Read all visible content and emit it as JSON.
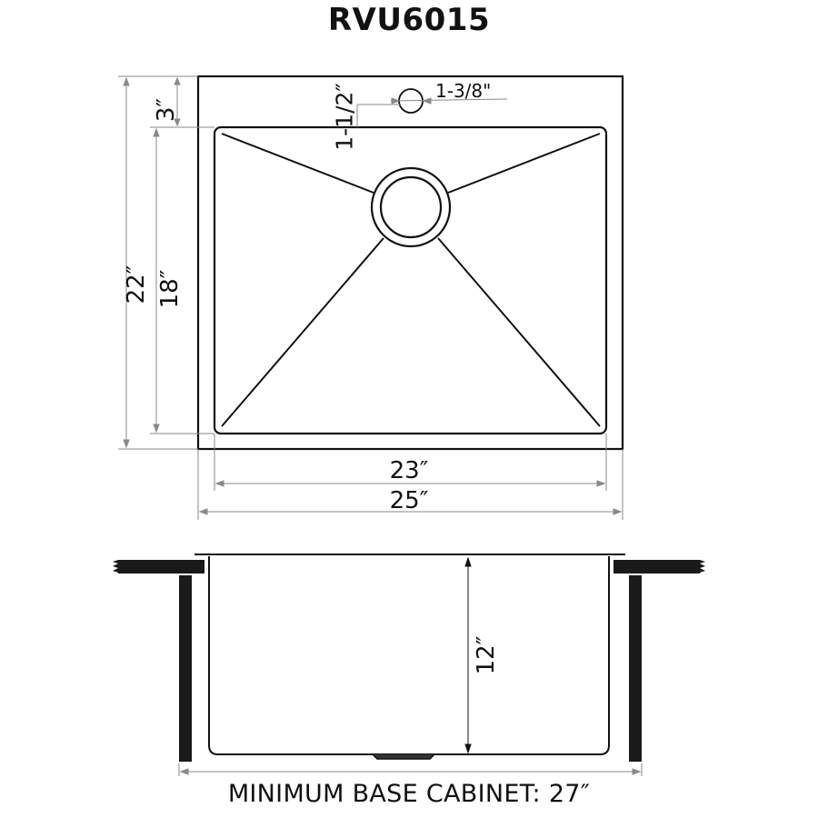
{
  "title": "RVU6015",
  "top_view": {
    "dimensions": {
      "deck_depth": "3″",
      "faucet_offset": "1-1/2″",
      "faucet_hole": "1-3/8\"",
      "outer_depth": "22″",
      "bowl_depth": "18″",
      "bowl_width": "23″",
      "outer_width": "25″"
    }
  },
  "side_view": {
    "dimensions": {
      "bowl_height": "12″"
    },
    "caption": "MINIMUM BASE CABINET: 27″"
  },
  "colors": {
    "line": "#111111",
    "dim_line": "#8a8a8a",
    "fill_dark": "#1a1a1a",
    "background": "#ffffff"
  }
}
